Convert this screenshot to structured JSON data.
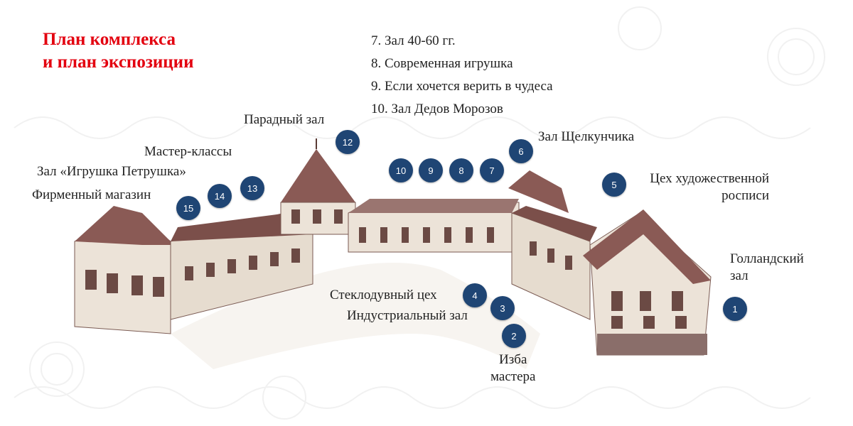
{
  "colors": {
    "title": "#e3000f",
    "marker": "#1f4574",
    "building_wall": "#ece3d8",
    "building_roof": "#8a5a55"
  },
  "title": {
    "line1": "План комплекса",
    "line2": "и план экспозиции"
  },
  "legend": [
    "7. Зал 40-60 гг.",
    "8. Современная игрушка",
    "9. Если хочется верить в чудеса",
    "10. Зал Дедов Морозов"
  ],
  "labels": {
    "paradny": "Парадный зал",
    "master_classes": "Мастер-классы",
    "petrushka": "Зал «Игрушка Петрушка»",
    "shop": "Фирменный магазин",
    "nutcracker": "Зал Щелкунчика",
    "painting_1": "Цех художественной",
    "painting_2": "росписи",
    "dutch_1": "Голландский",
    "dutch_2": "зал",
    "glass": "Стеклодувный цех",
    "industrial": "Индустриальный зал",
    "izba_1": "Изба",
    "izba_2": "мастера"
  },
  "markers": [
    "1",
    "2",
    "3",
    "4",
    "5",
    "6",
    "7",
    "8",
    "9",
    "10",
    "12",
    "13",
    "14",
    "15"
  ]
}
